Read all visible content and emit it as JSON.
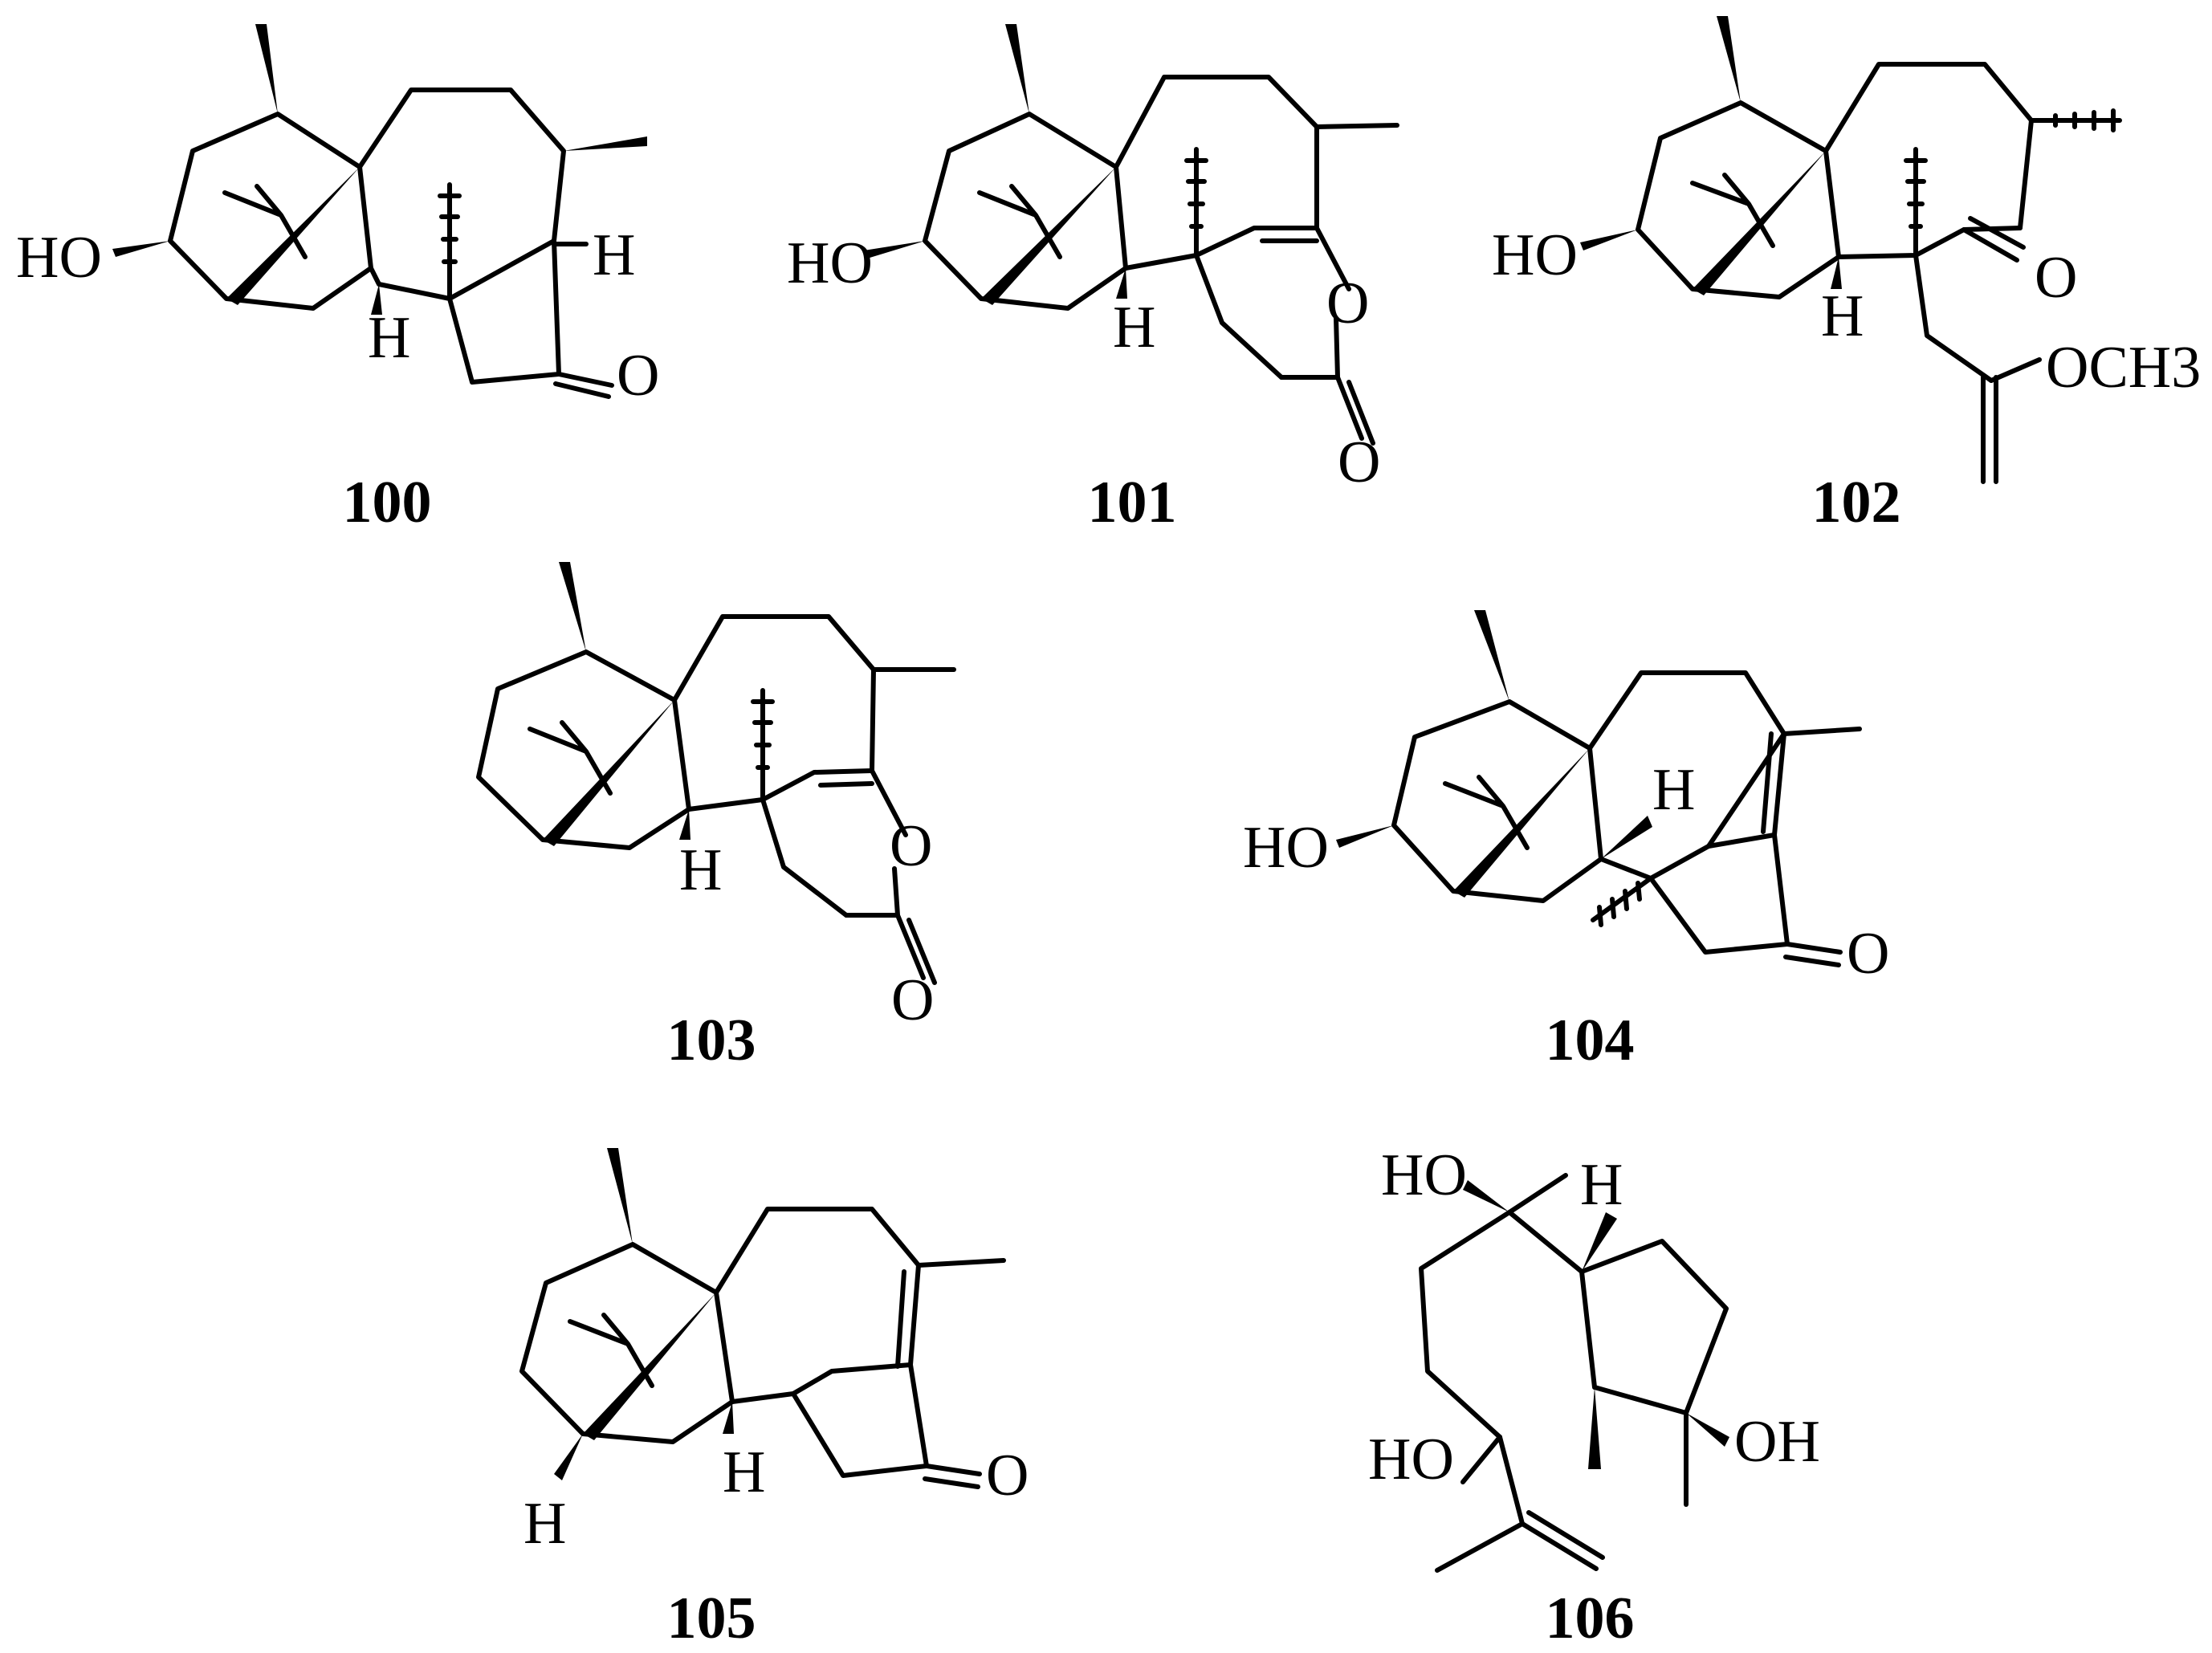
{
  "compounds": [
    {
      "id": "100",
      "atoms": {
        "oh": "HO",
        "h_top": "H",
        "h_low": "H",
        "o": "O"
      }
    },
    {
      "id": "101",
      "atoms": {
        "oh": "HO",
        "h_low": "H",
        "o_ring": "O",
        "o": "O"
      }
    },
    {
      "id": "102",
      "atoms": {
        "oh": "HO",
        "h_low": "H",
        "o": "O",
        "ome": "OCH3"
      }
    },
    {
      "id": "103",
      "atoms": {
        "h_low": "H",
        "o_ring": "O",
        "o": "O"
      }
    },
    {
      "id": "104",
      "atoms": {
        "oh": "HO",
        "h_top": "H",
        "o": "O"
      }
    },
    {
      "id": "105",
      "atoms": {
        "h_low": "H",
        "h_bottom": "H",
        "o": "O"
      }
    },
    {
      "id": "106",
      "atoms": {
        "oh1": "HO",
        "h_top": "H",
        "oh2": "HO",
        "oh3": "OH"
      }
    }
  ]
}
